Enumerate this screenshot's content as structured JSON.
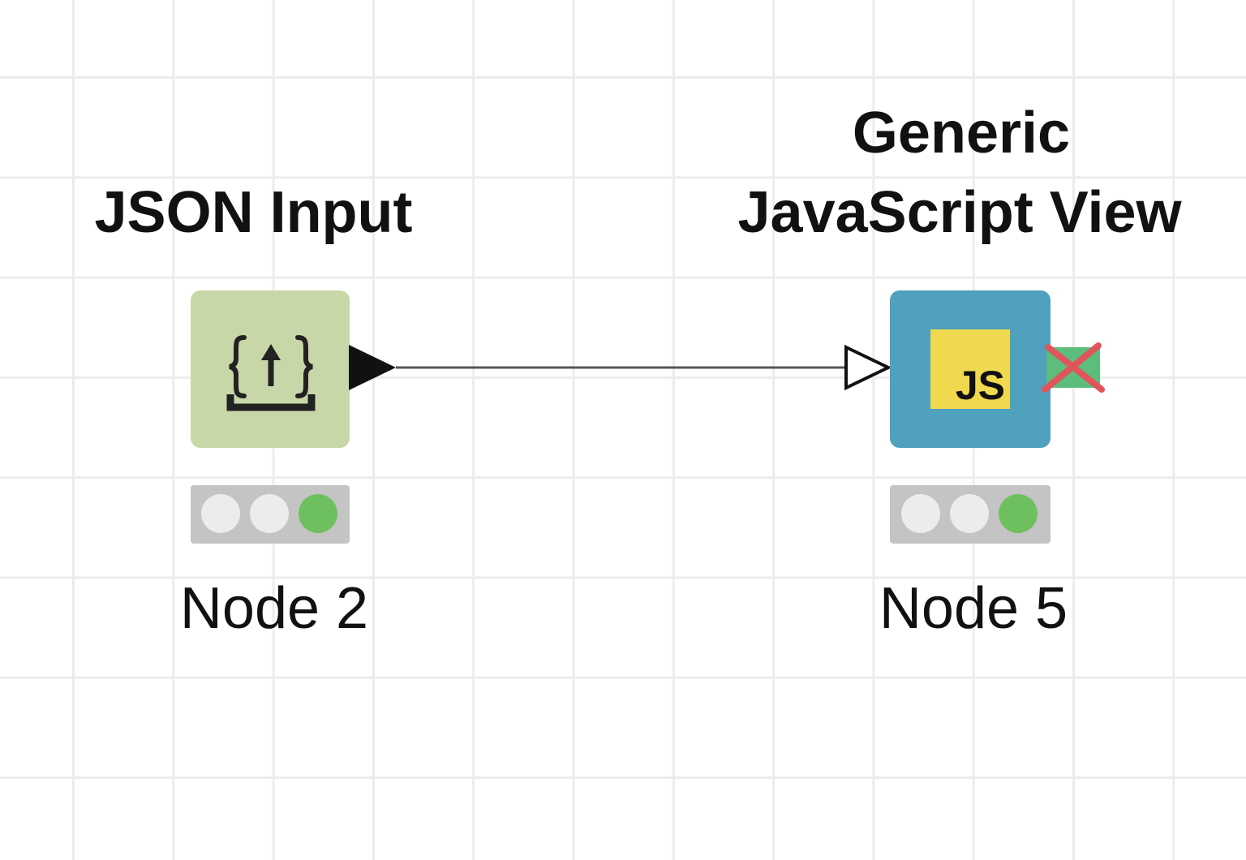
{
  "workflow": {
    "nodes": [
      {
        "title": "JSON Input",
        "label": "Node 2",
        "color": "#c8d7a8",
        "icon": "json-upload-icon",
        "status": "executed"
      },
      {
        "title_line1": "Generic",
        "title_line2": "JavaScript View",
        "label": "Node 5",
        "color": "#4fa1bd",
        "icon": "javascript-icon",
        "icon_text": "JS",
        "badge_color": "#f0d94e",
        "status": "executed",
        "output_port": "inactive-output-port-icon"
      }
    ],
    "connection": {
      "from": "Node 2",
      "to": "Node 5"
    },
    "colors": {
      "lamp_on": "#6ec05f",
      "lamp_off": "#ececec",
      "traffic_light": "#c4c4c4",
      "inactive_x": "#e0555b",
      "inactive_port": "#5cbd7c"
    }
  }
}
